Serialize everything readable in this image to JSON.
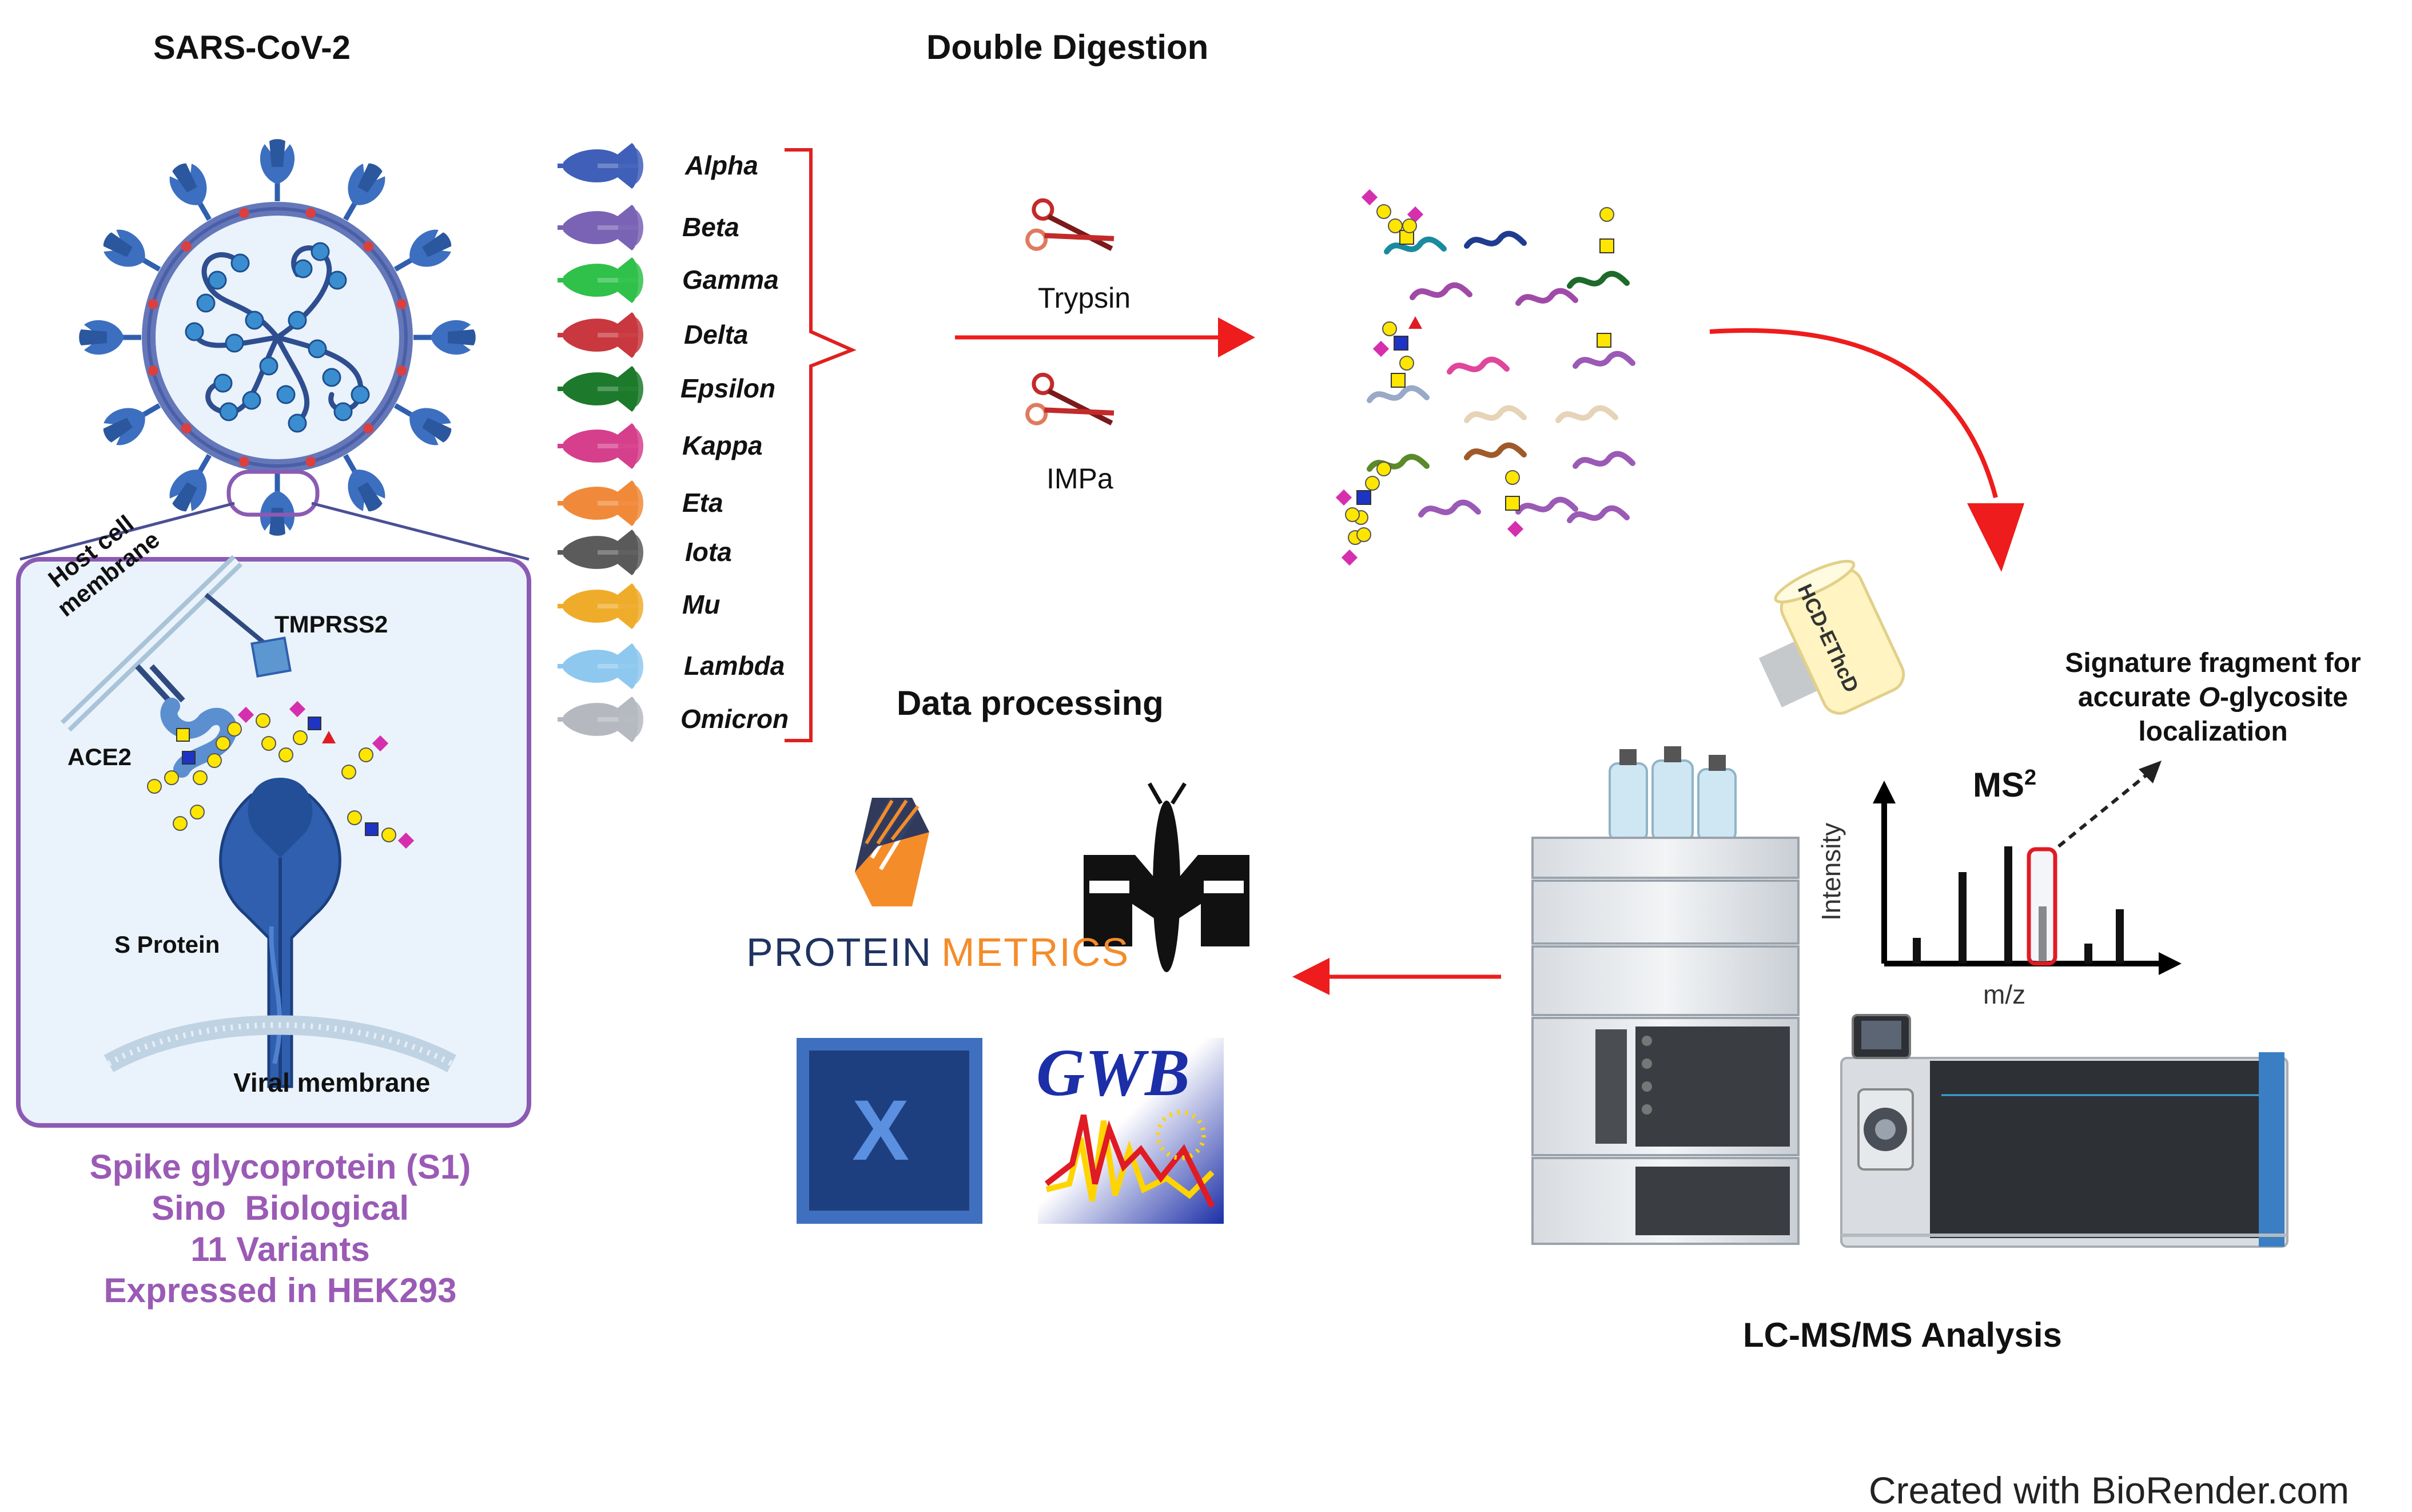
{
  "titles": {
    "virus": "SARS-CoV-2",
    "digestion": "Double Digestion",
    "data_processing": "Data processing",
    "lcms": "LC-MS/MS Analysis"
  },
  "virus_panel": {
    "host_membrane": [
      "Host cell",
      "membrane"
    ],
    "tmprss2": "TMPRSS2",
    "ace2": "ACE2",
    "s_protein": "S Protein",
    "viral_membrane": "Viral membrane"
  },
  "sample_info": [
    "Spike glycoprotein (S1)",
    "Sino  Biological",
    "11 Variants",
    "Expressed in HEK293"
  ],
  "variants": [
    {
      "name": "Alpha",
      "color": "#3f5fb8"
    },
    {
      "name": "Beta",
      "color": "#7a63b5"
    },
    {
      "name": "Gamma",
      "color": "#2fc14a"
    },
    {
      "name": "Delta",
      "color": "#c8383e"
    },
    {
      "name": "Epsilon",
      "color": "#1d7a2c"
    },
    {
      "name": "Kappa",
      "color": "#d63f8c"
    },
    {
      "name": "Eta",
      "color": "#f08a3a"
    },
    {
      "name": "Iota",
      "color": "#5b5b5b"
    },
    {
      "name": "Mu",
      "color": "#efac2a"
    },
    {
      "name": "Lambda",
      "color": "#8ec8ef"
    },
    {
      "name": "Omicron",
      "color": "#b5b9bf"
    }
  ],
  "enzymes": [
    "Trypsin",
    "IMPa"
  ],
  "fragmentation": "HCD-EThcD",
  "ms_plot": {
    "title": "MS",
    "title_sup": "2",
    "ylabel": "Intensity",
    "xlabel": "m/z",
    "annotation": [
      "Signature fragment for",
      "accurate ",
      "O",
      "-glycosite",
      "localization"
    ]
  },
  "software": {
    "protein_metrics": [
      "PROTEIN",
      "METRICS"
    ],
    "gwb": "GWB",
    "x_logo": "X"
  },
  "credit": "Created with BioRender.com",
  "colors": {
    "arrow": "#ee1c1c",
    "purple": "#9a5ab5",
    "virus_blue": "#2f5fae",
    "bracket": "#e02020"
  }
}
